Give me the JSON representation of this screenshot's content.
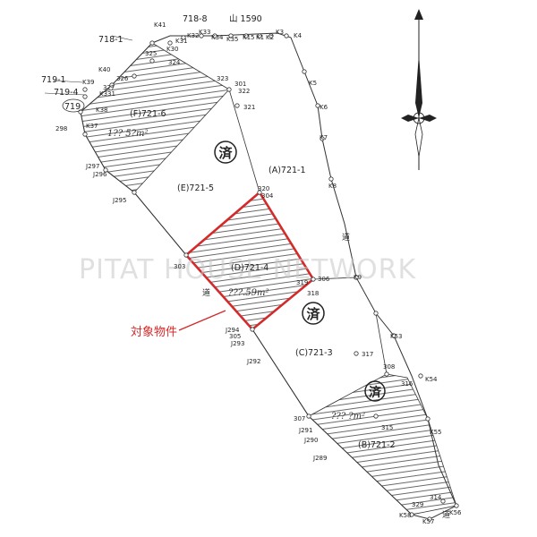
{
  "map": {
    "watermark": "PITAT HOUSE NETWORK",
    "subject_label": "対象物件",
    "subject_color": "#d42a2a",
    "top_labels": {
      "k41": "K41",
      "lot_718_8": "718-8",
      "lot_mountain": "山 1590",
      "lot_718_1": "718-1",
      "lot_719_1": "719-1",
      "lot_719_4": "719-4",
      "lot_719": "719"
    },
    "parcels": {
      "f": "(F)721-6",
      "e": "(E)721-5",
      "a": "(A)721-1",
      "d": "(D)721-4",
      "c": "(C)721-3",
      "b": "(B)721-2"
    },
    "road_marks": {
      "road_right": "道",
      "road_left": "道",
      "road_bottom": "道"
    },
    "stamp_char": "済",
    "handwritten_areas": {
      "f_area": "1?? 5?m²",
      "d_area": "???.59m²",
      "b_area": "??? ?m²"
    },
    "points": {
      "k30": "K30",
      "k31": "K31",
      "k32": "K32",
      "k33": "K33",
      "k34": "K34",
      "k35": "K35",
      "k15": "K15",
      "k1": "K1",
      "k2": "K2",
      "k3": "K3",
      "k4": "K4",
      "k5": "K5",
      "k6": "K6",
      "k7": "K7",
      "k8": "K8",
      "k9": "K9",
      "k53": "K53",
      "k54": "K54",
      "k55": "K55",
      "k56": "K56",
      "k57": "K57",
      "k58": "K58",
      "k40": "K40",
      "k39": "K39",
      "k38": "K38",
      "k37": "K37",
      "k331": "K331",
      "p325": "325",
      "p324": "324",
      "p326": "326",
      "p327": "327",
      "p323": "323",
      "p301": "301",
      "p322": "322",
      "p321": "321",
      "p298": "298",
      "j297": "J297",
      "j296": "J296",
      "j295": "J295",
      "p320": "320",
      "p304": "304",
      "p303": "303",
      "p306": "306",
      "p319": "319",
      "p318": "318",
      "j294": "J294",
      "p305": "305",
      "j293": "J293",
      "j292": "J292",
      "p317": "317",
      "p308": "308",
      "p316": "316",
      "p307": "307",
      "p315": "315",
      "j291": "J291",
      "j290": "J290",
      "j289": "J289",
      "p314": "314",
      "p329": "329"
    },
    "compass": "north-arrow"
  }
}
